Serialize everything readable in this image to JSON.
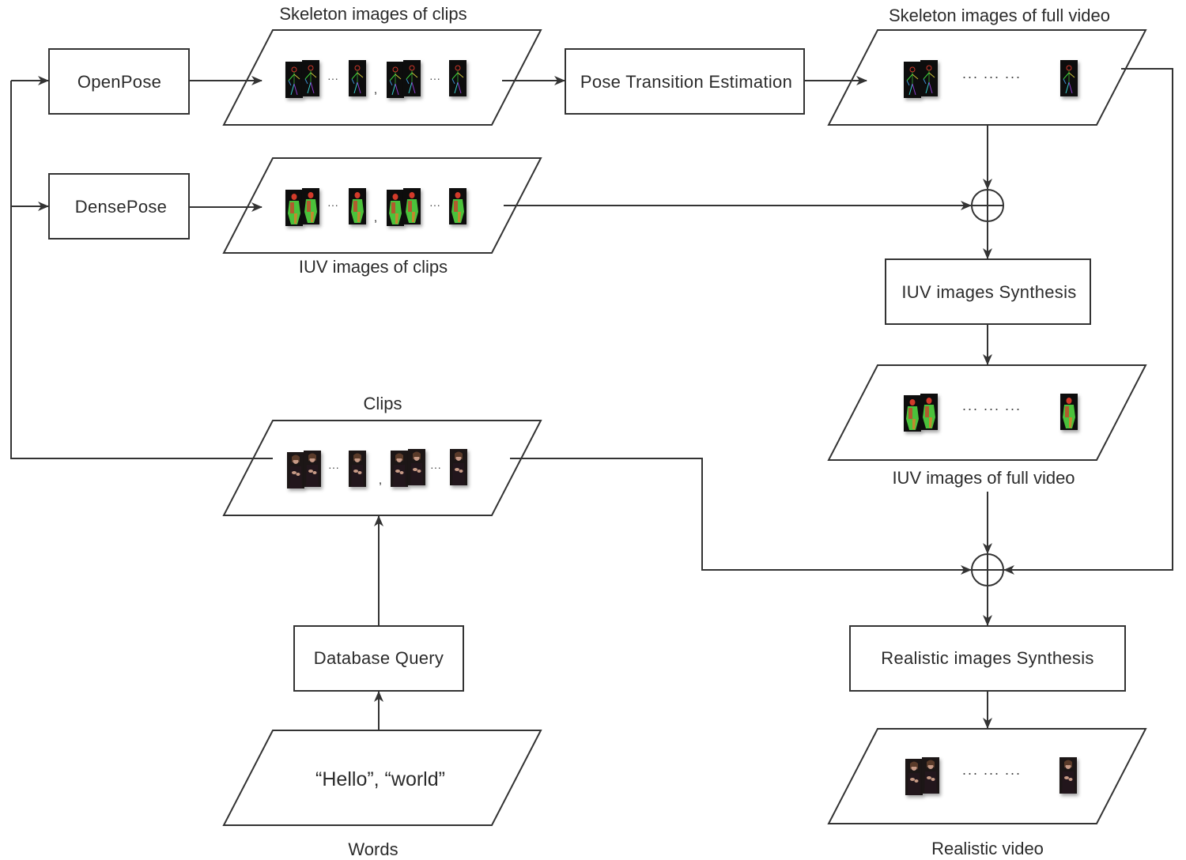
{
  "processes": {
    "openpose": "OpenPose",
    "densepose": "DensePose",
    "pose_transition": "Pose Transition Estimation",
    "iuv_synthesis": "IUV images Synthesis",
    "database_query": "Database Query",
    "realistic_synthesis": "Realistic images Synthesis"
  },
  "data_nodes": {
    "skeleton_clips": "Skeleton images of clips",
    "skeleton_full": "Skeleton images of full video",
    "iuv_clips": "IUV images of clips",
    "iuv_full": "IUV images of full video",
    "clips": "Clips",
    "words": "Words",
    "realistic_video": "Realistic video"
  },
  "words_input": "“Hello”, “world”",
  "ellipsis_short": "···",
  "ellipsis_long": "··· ··· ···",
  "comma": ",",
  "colors": {
    "line": "#333333",
    "frame_dark": "#0a0a0a",
    "skeleton_green": "#3ccf3c",
    "iuv_red": "#d23a2a",
    "iuv_green": "#4cc23a"
  }
}
